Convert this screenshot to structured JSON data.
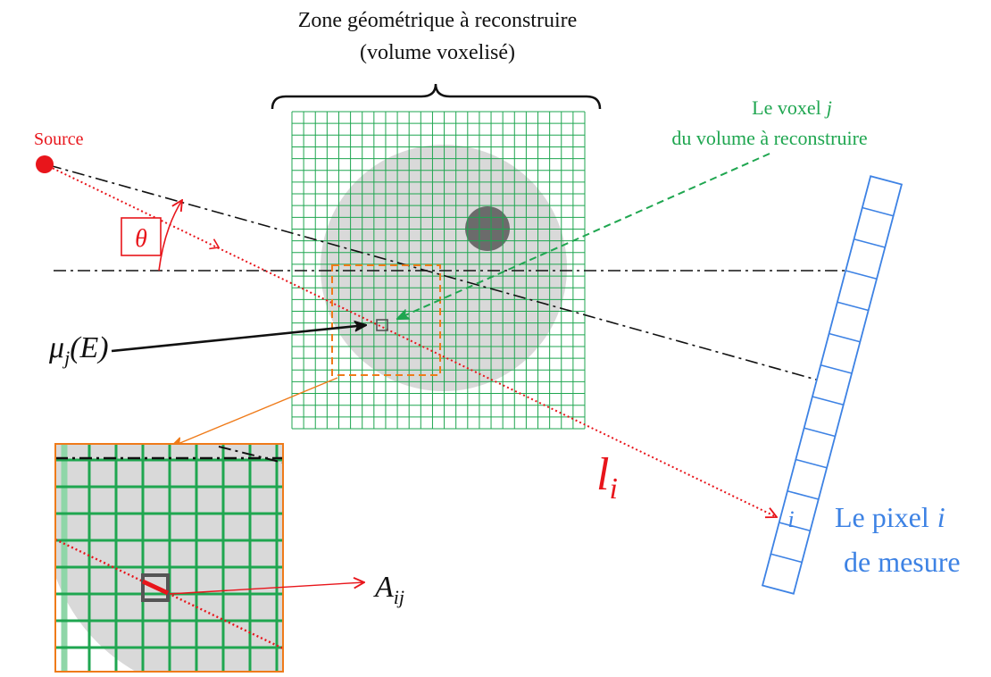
{
  "title": {
    "line1": "Zone géométrique à reconstruire",
    "line2": "(volume voxelisé)"
  },
  "source": {
    "label": "Source"
  },
  "angle": {
    "symbol": "θ"
  },
  "attenuation": {
    "symbol": "μ",
    "subscript": "j",
    "argument": "(E)"
  },
  "voxel": {
    "label_text": "Le voxel",
    "label_var": "j",
    "label_line2": "du volume à reconstruire"
  },
  "ray": {
    "symbol": "l",
    "subscript": "i"
  },
  "system_matrix": {
    "symbol": "A",
    "subscript": "ij"
  },
  "pixel": {
    "cell_label": "i",
    "label_text": "Le pixel",
    "label_var": "i",
    "label_line2": "de mesure"
  },
  "colors": {
    "ray": "#e8151b",
    "voxel": "#1fa650",
    "pixel": "#3d82e4",
    "zoom": "#ef7b1a",
    "object": "#d9d9d9",
    "insert": "#6b6b6b",
    "text": "#111111"
  }
}
